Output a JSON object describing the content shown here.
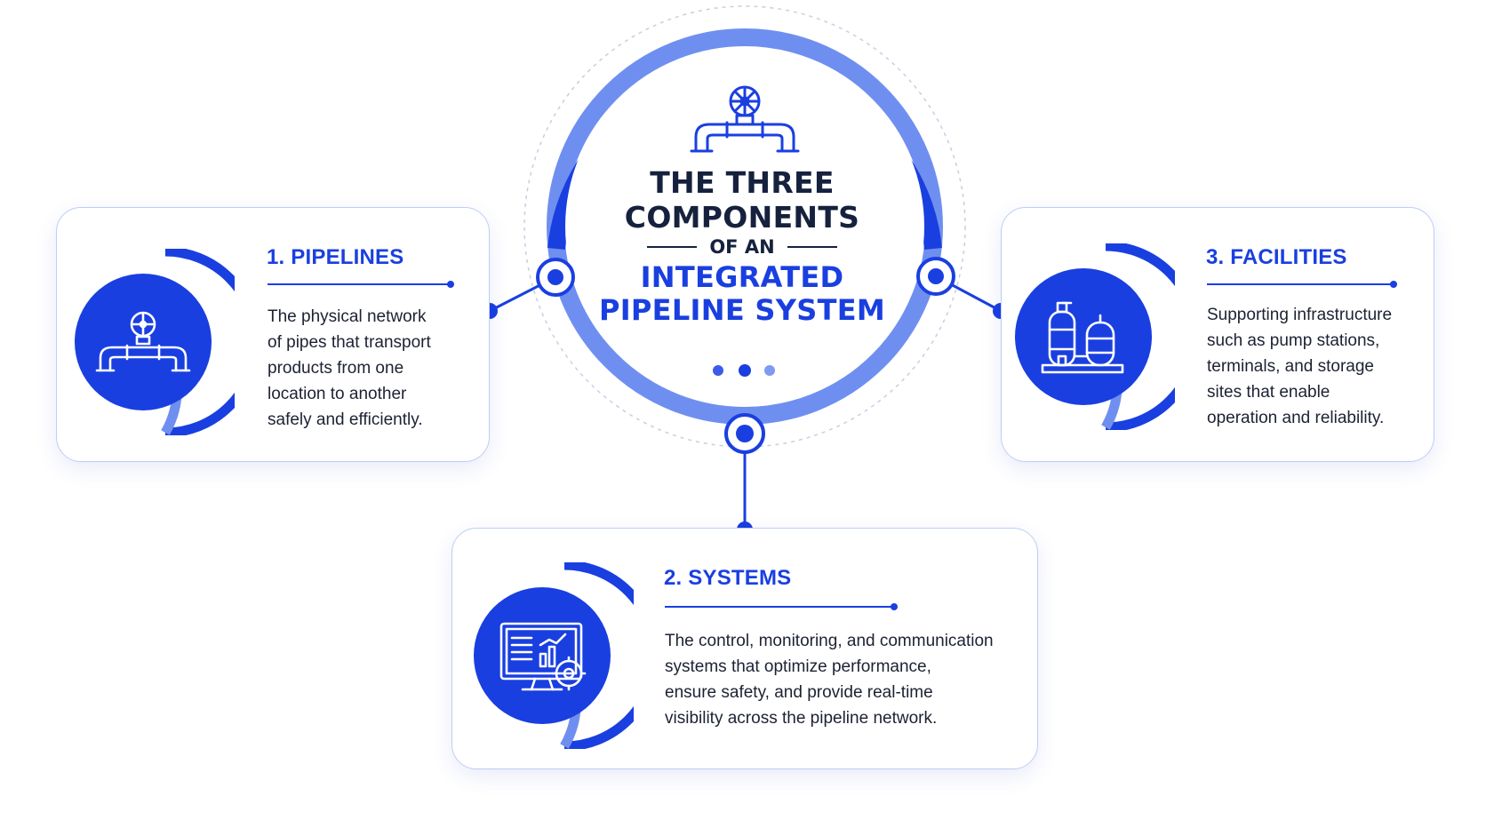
{
  "hub": {
    "title_line1": "THE THREE",
    "title_line2": "COMPONENTS",
    "title_mid": "OF AN",
    "title_line3": "INTEGRATED",
    "title_line4": "PIPELINE SYSTEM",
    "icon": "pipeline-valve-icon"
  },
  "cards": {
    "pipelines": {
      "title": "1. PIPELINES",
      "icon": "pipeline-valve-icon",
      "lines": [
        "The physical network",
        "of pipes that transport",
        "products from one",
        "location to another",
        "safely and efficiently."
      ]
    },
    "systems": {
      "title": "2. SYSTEMS",
      "icon": "monitor-gear-icon",
      "lines": [
        "The control, monitoring, and communication",
        "systems that optimize performance,",
        "ensure safety, and provide real-time",
        "visibility across the pipeline network."
      ]
    },
    "facilities": {
      "title": "3. FACILITIES",
      "icon": "storage-tanks-icon",
      "lines": [
        "Supporting infrastructure",
        "such as pump stations,",
        "terminals, and storage",
        "sites that enable",
        "operation and reliability."
      ]
    }
  },
  "colors": {
    "accent": "#1a3fe0",
    "accent_light": "#6f8ff0",
    "text_dark": "#16213e",
    "card_border": "#bfcdf6"
  }
}
